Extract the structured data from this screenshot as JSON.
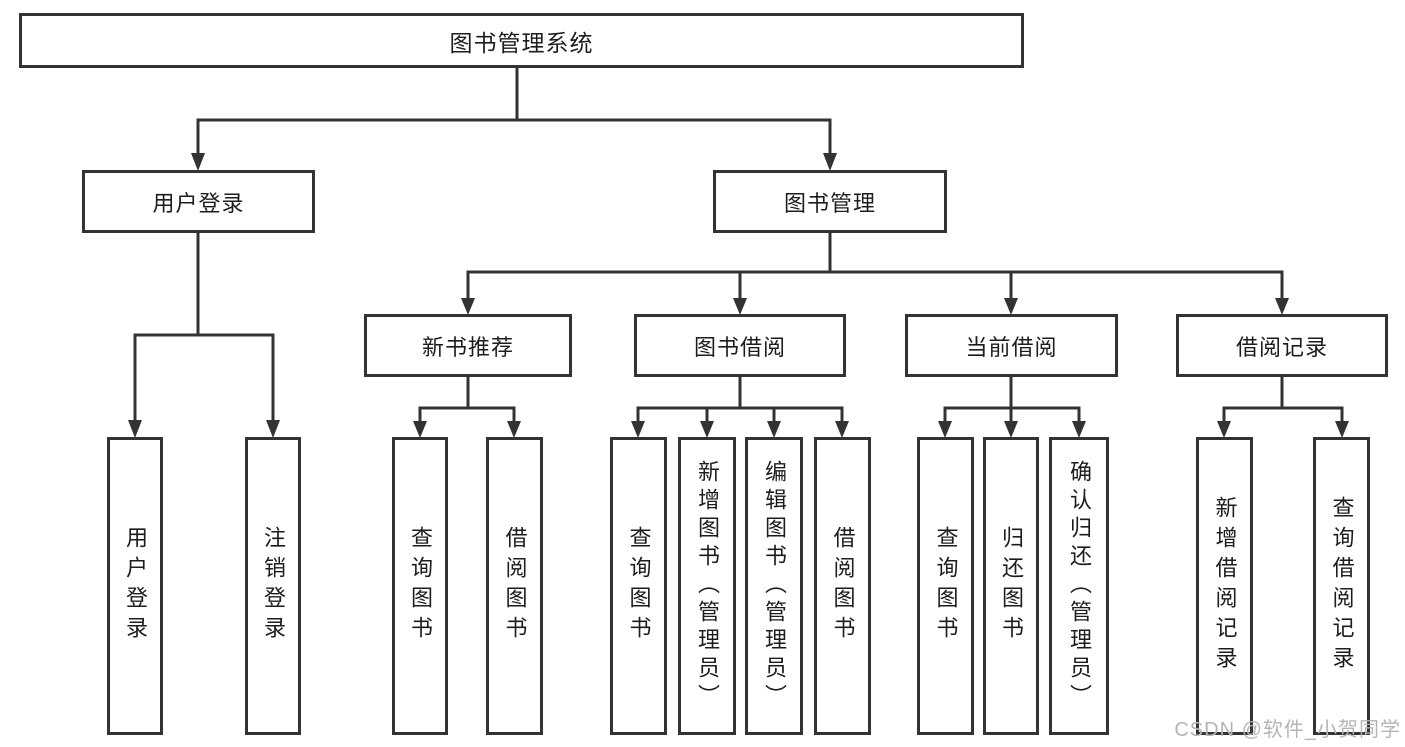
{
  "colors": {
    "line": "#333333",
    "text": "#1d1d1d",
    "watermark_color": "#b5b5b5",
    "background": "#ffffff"
  },
  "watermark": "CSDN @软件_小贺同学",
  "tree": {
    "label": "图书管理系统",
    "children": [
      {
        "label": "用户登录",
        "children": [
          {
            "label": "用户登录"
          },
          {
            "label": "注销登录"
          }
        ]
      },
      {
        "label": "图书管理",
        "children": [
          {
            "label": "新书推荐",
            "children": [
              {
                "label": "查询图书"
              },
              {
                "label": "借阅图书"
              }
            ]
          },
          {
            "label": "图书借阅",
            "children": [
              {
                "label": "查询图书"
              },
              {
                "label": "新增图书（管理员）"
              },
              {
                "label": "编辑图书（管理员）"
              },
              {
                "label": "借阅图书"
              }
            ]
          },
          {
            "label": "当前借阅",
            "children": [
              {
                "label": "查询图书"
              },
              {
                "label": "归还图书"
              },
              {
                "label": "确认归还（管理员）"
              }
            ]
          },
          {
            "label": "借阅记录",
            "children": [
              {
                "label": "新增借阅记录"
              },
              {
                "label": "查询借阅记录"
              }
            ]
          }
        ]
      }
    ]
  }
}
